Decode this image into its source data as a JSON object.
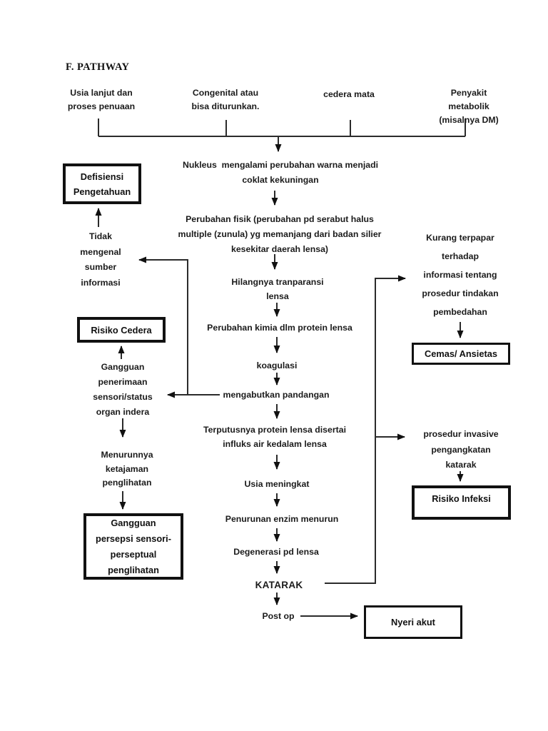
{
  "title": "F. PATHWAY",
  "causes": {
    "usia_lanjut": "Usia lanjut dan\nproses penuaan",
    "congenital": "Congenital atau\nbisa diturunkan.",
    "cedera_mata": "cedera mata",
    "penyakit_metabolik": "Penyakit metabolik\n(misalnya DM)"
  },
  "process": {
    "nukleus": "Nukleus  mengalami perubahan warna menjadi\ncoklat kekuningan",
    "perubahan_fisik": "Perubahan fisik (perubahan pd serabut halus\nmultiple (zunula) yg memanjang dari badan silier\nkesekitar daerah lensa)",
    "hilangnya_transparansi": "Hilangnya tranparansi\nlensa",
    "perubahan_kimia": "Perubahan kimia dlm protein lensa",
    "koagulasi": "koagulasi",
    "mengabutkan_pandangan": "mengabutkan pandangan",
    "terputusnya_protein": "Terputusnya protein lensa disertai\ninfluks air kedalam lensa",
    "usia_meningkat": "Usia meningkat",
    "penurunan_enzim": "Penurunan enzim menurun",
    "degenerasi": "Degenerasi pd lensa",
    "katarak": "KATARAK",
    "post_op": "Post op"
  },
  "left_branch": {
    "tidak_mengenal": "Tidak\nmengenal\nsumber\ninformasi",
    "gangguan_penerimaan": "Gangguan\npenerimaan\nsensori/status\norgan indera",
    "menurunnya_ketajaman": "Menurunnya\nketajaman\npenglihatan"
  },
  "right_branch": {
    "kurang_terpapar": "Kurang terpapar\nterhadap\ninformasi tentang\nprosedur tindakan\npembedahan",
    "prosedur_invasive": "prosedur invasive\npengangkatan\nkatarak"
  },
  "diagnoses": {
    "defisiensi_pengetahuan": "Defisiensi\nPengetahuan",
    "risiko_cedera": "Risiko Cedera",
    "gangguan_persepsi": "Gangguan\npersepsi sensori-\nperseptual\npenglihatan",
    "cemas_ansietas": "Cemas/ Ansietas",
    "risiko_infeksi": "Risiko Infeksi",
    "nyeri_akut": "Nyeri akut"
  },
  "colors": {
    "ink": "#1b1b1b",
    "line": "#2b2b2b",
    "box_border": "#111111",
    "page_bg": "#ffffff"
  }
}
